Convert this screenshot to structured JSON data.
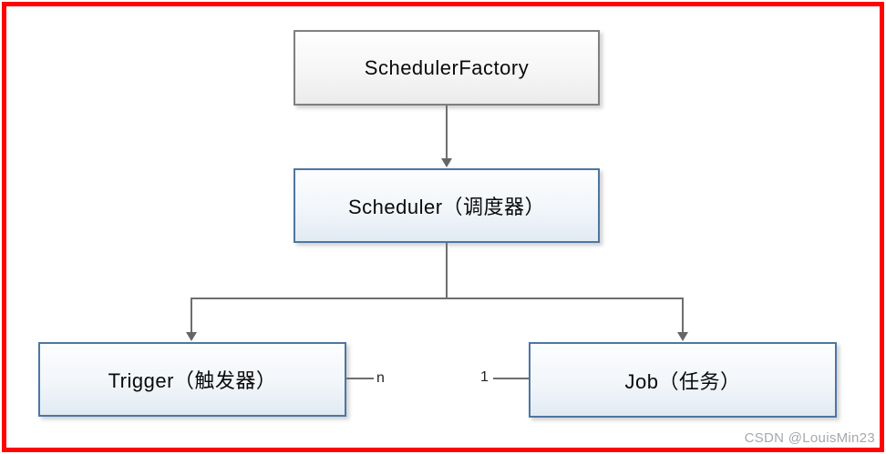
{
  "diagram": {
    "title_hint": "Quartz scheduler architecture diagram",
    "nodes": {
      "scheduler_factory": {
        "label": "SchedulerFactory"
      },
      "scheduler": {
        "label": "Scheduler（调度器）"
      },
      "trigger": {
        "label": "Trigger（触发器）"
      },
      "job": {
        "label": "Job（任务）"
      }
    },
    "relations": {
      "trigger_cardinality": "n",
      "job_cardinality": "1"
    },
    "colors": {
      "frame_red": "#fe0505",
      "gray_box_border": "#7f7f7f",
      "blue_box_border": "#4d76a3",
      "connector_gray": "#6e6e6e",
      "watermark_gray": "#a4a9ae",
      "text_black": "#0a0a0a"
    }
  },
  "watermark": {
    "text": "CSDN @LouisMin23"
  }
}
